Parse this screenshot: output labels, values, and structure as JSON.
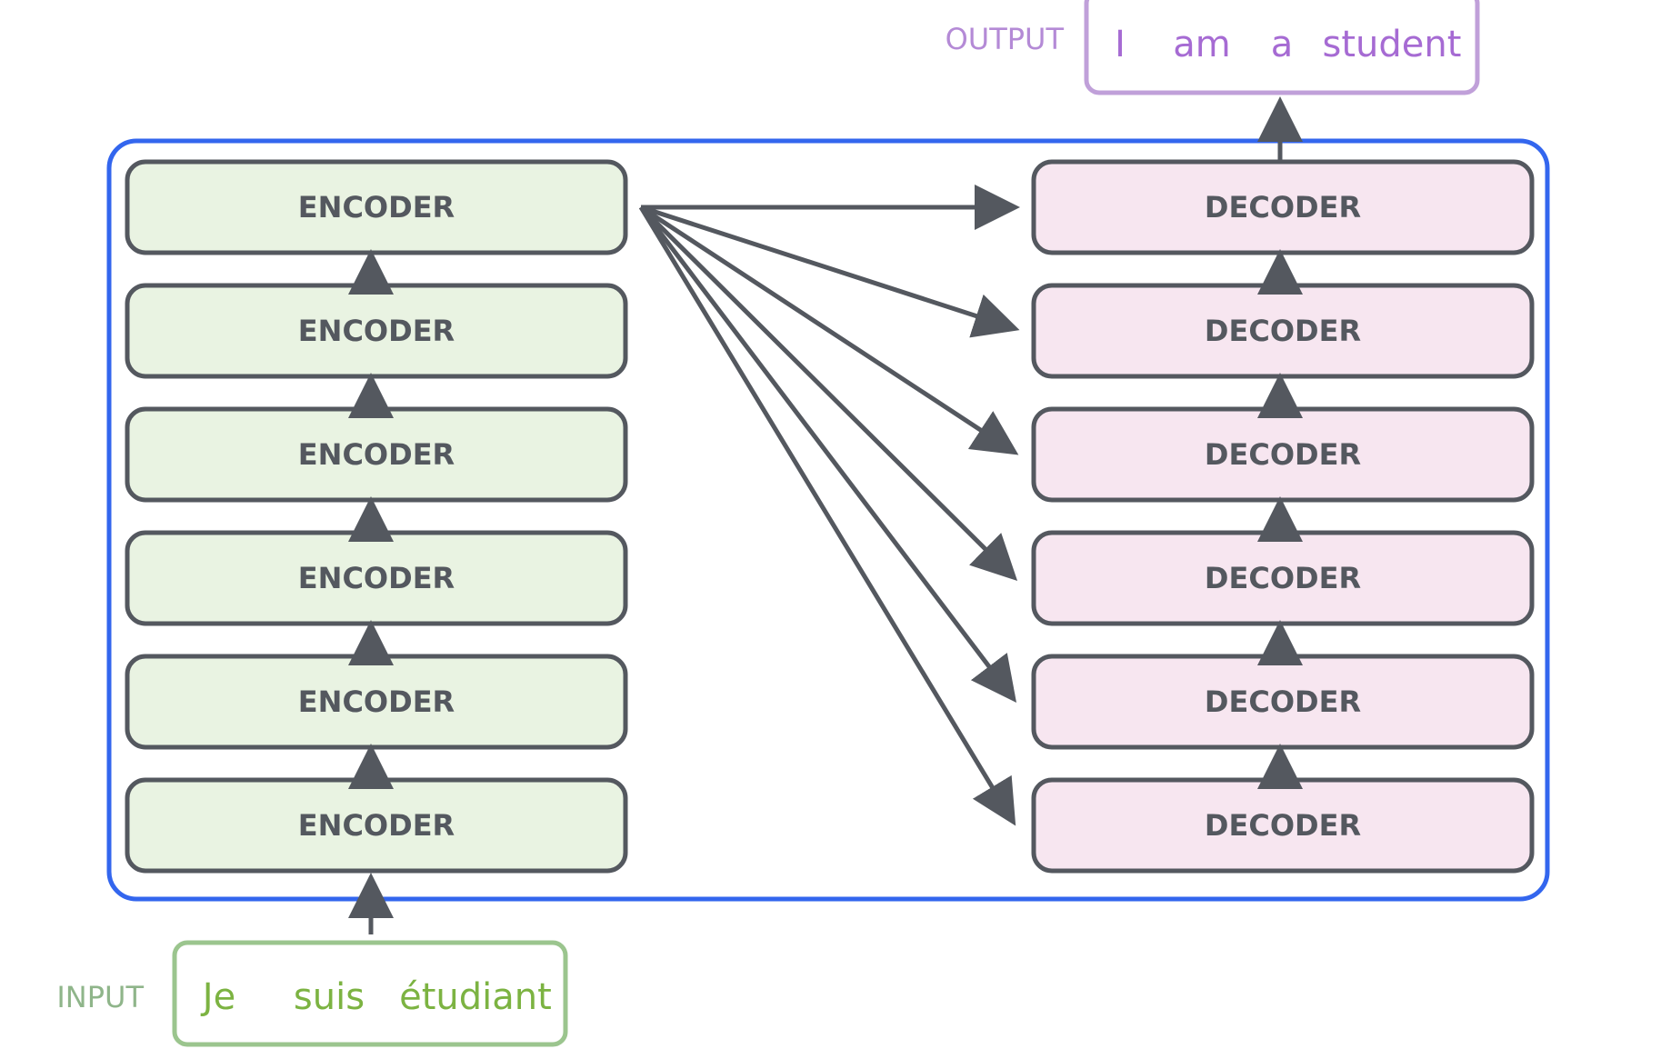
{
  "input": {
    "label": "INPUT",
    "tokens": [
      "Je",
      "suis",
      "étudiant"
    ]
  },
  "output": {
    "label": "OUTPUT",
    "tokens": [
      "I",
      "am",
      "a",
      "student"
    ]
  },
  "encoders": [
    "ENCODER",
    "ENCODER",
    "ENCODER",
    "ENCODER",
    "ENCODER",
    "ENCODER"
  ],
  "decoders": [
    "DECODER",
    "DECODER",
    "DECODER",
    "DECODER",
    "DECODER",
    "DECODER"
  ],
  "colors": {
    "container_border": "#3366ee",
    "encoder_fill": "#e9f3e2",
    "decoder_fill": "#f7e6f0",
    "box_border": "#54585f",
    "arrow": "#54585f",
    "input_color": "#7cb342",
    "input_label_color": "#8fb58a",
    "input_border": "#9bc58e",
    "output_color": "#a66bd3",
    "output_label_color": "#b48ad6",
    "output_border": "#c0a0d9"
  }
}
